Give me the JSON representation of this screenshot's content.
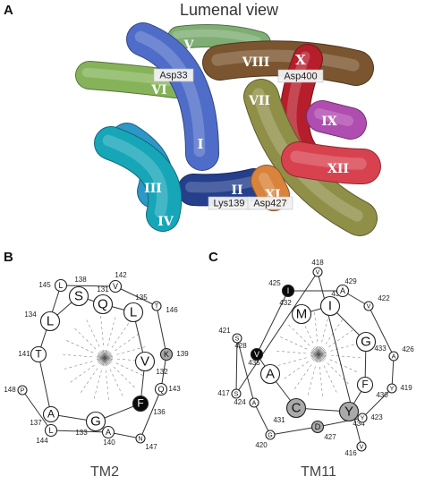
{
  "panels": {
    "a": {
      "label": "A",
      "title": "Lumenal view"
    },
    "b": {
      "label": "B",
      "caption": "TM2"
    },
    "c": {
      "label": "C",
      "caption": "TM11"
    }
  },
  "helices": [
    {
      "id": "V",
      "label": "V",
      "color": "#7fae74"
    },
    {
      "id": "VI",
      "label": "VI",
      "color": "#86b35a"
    },
    {
      "id": "I",
      "label": "I",
      "color": "#4f6dc8"
    },
    {
      "id": "VIII",
      "label": "VIII",
      "color": "#7a5530"
    },
    {
      "id": "X",
      "label": "X",
      "color": "#b51e2a"
    },
    {
      "id": "VII",
      "label": "VII",
      "color": "#8f8f48"
    },
    {
      "id": "IX",
      "label": "IX",
      "color": "#b04db0"
    },
    {
      "id": "XII",
      "label": "XII",
      "color": "#d8424f"
    },
    {
      "id": "III",
      "label": "III",
      "color": "#2d97c8"
    },
    {
      "id": "II",
      "label": "II",
      "color": "#253f8c"
    },
    {
      "id": "XI",
      "label": "XI",
      "color": "#d9833c"
    },
    {
      "id": "IV",
      "label": "IV",
      "color": "#17a6b8"
    }
  ],
  "residue_labels": [
    "Asp33",
    "Asp400",
    "Lys139",
    "Asp427"
  ],
  "tm2": [
    {
      "aa": "L",
      "n": "134",
      "size": "l",
      "style": "open"
    },
    {
      "aa": "S",
      "n": "138",
      "size": "l",
      "style": "open"
    },
    {
      "aa": "Q",
      "n": "131",
      "size": "l",
      "style": "open"
    },
    {
      "aa": "L",
      "n": "135",
      "size": "l",
      "style": "open"
    },
    {
      "aa": "V",
      "n": "132",
      "size": "l",
      "style": "open"
    },
    {
      "aa": "F",
      "n": "136",
      "size": "m",
      "style": "black"
    },
    {
      "aa": "G",
      "n": "133",
      "size": "l",
      "style": "open"
    },
    {
      "aa": "A",
      "n": "137",
      "size": "m",
      "style": "open"
    },
    {
      "aa": "T",
      "n": "141",
      "size": "m",
      "style": "open"
    },
    {
      "aa": "L",
      "n": "145",
      "size": "s",
      "style": "open"
    },
    {
      "aa": "V",
      "n": "142",
      "size": "s",
      "style": "open"
    },
    {
      "aa": "T",
      "n": "146",
      "size": "xs",
      "style": "open"
    },
    {
      "aa": "K",
      "n": "139",
      "size": "s",
      "style": "gray"
    },
    {
      "aa": "Q",
      "n": "143",
      "size": "s",
      "style": "open"
    },
    {
      "aa": "N",
      "n": "147",
      "size": "xs",
      "style": "open"
    },
    {
      "aa": "A",
      "n": "140",
      "size": "s",
      "style": "open"
    },
    {
      "aa": "L",
      "n": "144",
      "size": "s",
      "style": "open"
    },
    {
      "aa": "P",
      "n": "148",
      "size": "xs",
      "style": "open"
    }
  ],
  "tm11": [
    {
      "aa": "M",
      "n": "432",
      "size": "l",
      "style": "open"
    },
    {
      "aa": "I",
      "n": "436",
      "size": "l",
      "style": "open"
    },
    {
      "aa": "G",
      "n": "433",
      "size": "l",
      "style": "open"
    },
    {
      "aa": "F",
      "n": "430",
      "size": "m",
      "style": "open"
    },
    {
      "aa": "Y",
      "n": "434",
      "size": "l",
      "style": "gray"
    },
    {
      "aa": "C",
      "n": "431",
      "size": "l",
      "style": "gray"
    },
    {
      "aa": "A",
      "n": "435",
      "size": "l",
      "style": "open"
    },
    {
      "aa": "V",
      "n": "428",
      "size": "s",
      "style": "black"
    },
    {
      "aa": "I",
      "n": "425",
      "size": "s",
      "style": "black"
    },
    {
      "aa": "A",
      "n": "429",
      "size": "s",
      "style": "open"
    },
    {
      "aa": "V",
      "n": "422",
      "size": "xs",
      "style": "open"
    },
    {
      "aa": "A",
      "n": "426",
      "size": "xs",
      "style": "open"
    },
    {
      "aa": "Y",
      "n": "419",
      "size": "xs",
      "style": "open"
    },
    {
      "aa": "Y",
      "n": "423",
      "size": "xs",
      "style": "open"
    },
    {
      "aa": "D",
      "n": "427",
      "size": "s",
      "style": "gray"
    },
    {
      "aa": "G",
      "n": "420",
      "size": "xs",
      "style": "open"
    },
    {
      "aa": "A",
      "n": "424",
      "size": "xs",
      "style": "open"
    },
    {
      "aa": "S",
      "n": "421",
      "size": "xs",
      "style": "open"
    },
    {
      "aa": "S",
      "n": "417",
      "size": "xs",
      "style": "open"
    },
    {
      "aa": "V",
      "n": "418",
      "size": "xs",
      "style": "open"
    },
    {
      "aa": "V",
      "n": "416",
      "size": "xs",
      "style": "open"
    }
  ]
}
